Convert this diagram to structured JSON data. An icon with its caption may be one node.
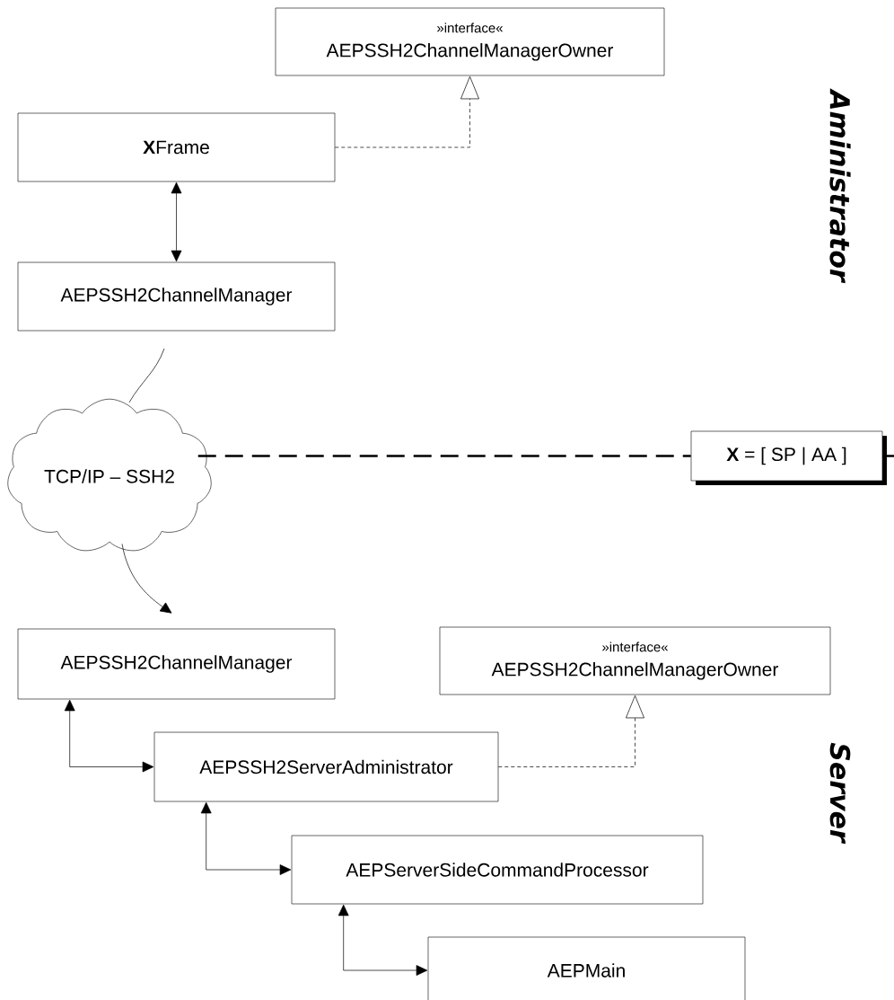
{
  "diagram": {
    "nodes": [
      {
        "text": [
          "»interface«",
          "AEPSSH2ChannelManagerOwner"
        ]
      },
      {
        "text": [
          "**X**Frame"
        ]
      },
      {
        "text": [
          "AEPSSH2ChannelManager"
        ]
      },
      {
        "text": [
          "TCP/IP – SSH2"
        ]
      },
      {
        "text": [
          "**X** = [ SP | AA ]"
        ]
      },
      {
        "text": [
          "AEPSSH2ChannelManager"
        ]
      },
      {
        "text": [
          "»interface«",
          "AEPSSH2ChannelManagerOwner"
        ]
      },
      {
        "text": [
          "AEPSSH2ServerAdministrator"
        ]
      },
      {
        "text": [
          "AEPServerSideCommandProcessor"
        ]
      },
      {
        "text": [
          "AEPMain"
        ]
      }
    ],
    "edges": [
      {
        "from": 1,
        "to": 0,
        "arrow": "to",
        "style": "dashed"
      },
      {
        "from": 1,
        "to": 2,
        "arrow": "both"
      },
      {
        "from": null,
        "to": 3,
        "arrow": "none"
      },
      {
        "from": 3,
        "to": 5,
        "arrow": "to"
      },
      {
        "from": 3,
        "to": 4,
        "arrow": "none",
        "style": "dashed"
      },
      {
        "from": 5,
        "to": 7,
        "arrow": "both"
      },
      {
        "from": 7,
        "to": 6,
        "arrow": "to",
        "style": "dashed"
      },
      {
        "from": 7,
        "to": 8,
        "arrow": "both"
      },
      {
        "from": 8,
        "to": 9,
        "arrow": "both"
      }
    ],
    "labels": [
      "Aministrator",
      "Server"
    ]
  }
}
